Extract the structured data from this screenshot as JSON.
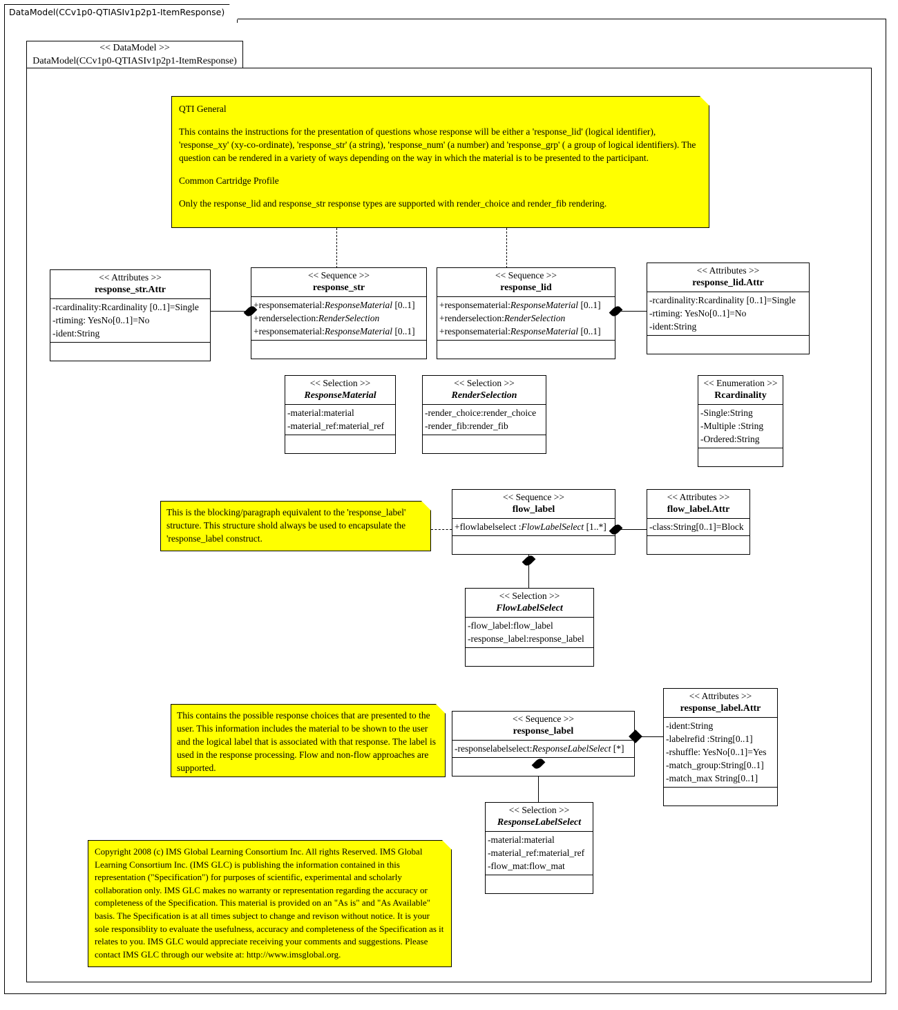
{
  "package": {
    "tab_label": "DataModel(CCv1p0-QTIASIv1p2p1-ItemResponse)"
  },
  "datamodel": {
    "stereotype": "<< DataModel >>",
    "name": "DataModel(CCv1p0-QTIASIv1p2p1-ItemResponse)"
  },
  "notes": {
    "qti_general": {
      "title": "QTI General",
      "para1": "This contains the instructions for the presentation of questions whose response will be either a 'response_lid' (logical identifier), 'response_xy' (xy-co-ordinate), 'response_str' (a string), 'response_num' (a number) and 'response_grp' ( a group of logical identifiers).   The question can be rendered in a variety of ways depending on the way in which the material is to be presented to the participant.",
      "subtitle": "Common Cartridge Profile",
      "para2": "Only the response_lid and response_str response types are supported with render_choice and render_fib rendering."
    },
    "flow_label_note": {
      "text": "This is the blocking/paragraph equivalent to the 'response_label' structure.   This structure shold always be used to encapsulate the 'response_label construct."
    },
    "response_label_note": {
      "text": "This contains the possible response choices that are presented to the user.  This information includes the material to be shown to the user and the logical label that is associated with that response.  The label is used in the response processing.  Flow and non-flow approaches are supported."
    },
    "copyright": {
      "text": "Copyright 2008 (c) IMS Global Learning Consortium Inc.  All rights Reserved. IMS Global Learning Consortium Inc. (IMS GLC) is publishing the information contained in this representation (\"Specification\") for purposes of scientific, experimental and scholarly collaboration only.  IMS GLC makes no warranty or representation regarding the accuracy or completeness of the Specification. This material is provided on an \"As is\" and \"As Available\" basis.  The Specification is at all times subject to change and revison without notice.  It is your sole responsiblity to evaluate the usefulness, accuracy and completeness of the Specification as it relates to you.  IMS GLC would appreciate receiving your comments and suggestions. Please contact IMS GLC through our website at: http://www.imsglobal.org."
    }
  },
  "classes": {
    "response_str_attr": {
      "stereotype": "<< Attributes >>",
      "name": "response_str.Attr",
      "attributes": [
        "-rcardinality:Rcardinality [0..1]=Single",
        "-rtiming: YesNo[0..1]=No",
        "-ident:String"
      ]
    },
    "response_str": {
      "stereotype": "<< Sequence >>",
      "name": "response_str",
      "attributes": [
        {
          "prefix": "+responsematerial:",
          "type": "ResponseMaterial",
          "suffix": " [0..1]"
        },
        {
          "prefix": "+renderselection:",
          "type": "RenderSelection",
          "suffix": ""
        },
        {
          "prefix": "+responsematerial:",
          "type": "ResponseMaterial",
          "suffix": " [0..1]"
        }
      ]
    },
    "response_lid": {
      "stereotype": "<< Sequence >>",
      "name": "response_lid",
      "attributes": [
        {
          "prefix": "+responsematerial:",
          "type": "ResponseMaterial",
          "suffix": " [0..1]"
        },
        {
          "prefix": "+renderselection:",
          "type": "RenderSelection",
          "suffix": ""
        },
        {
          "prefix": "+responsematerial:",
          "type": "ResponseMaterial",
          "suffix": " [0..1]"
        }
      ]
    },
    "response_lid_attr": {
      "stereotype": "<< Attributes >>",
      "name": "response_lid.Attr",
      "attributes": [
        "-rcardinality:Rcardinality [0..1]=Single",
        "-rtiming: YesNo[0..1]=No",
        "-ident:String"
      ]
    },
    "response_material": {
      "stereotype": "<< Selection >>",
      "name": "ResponseMaterial",
      "attributes": [
        "-material:material",
        "-material_ref:material_ref"
      ]
    },
    "render_selection": {
      "stereotype": "<< Selection >>",
      "name": "RenderSelection",
      "attributes": [
        "-render_choice:render_choice",
        "-render_fib:render_fib"
      ]
    },
    "rcardinality": {
      "stereotype": "<< Enumeration >>",
      "name": "Rcardinality",
      "attributes": [
        "-Single:String",
        "-Multiple :String",
        "-Ordered:String"
      ]
    },
    "flow_label": {
      "stereotype": "<< Sequence >>",
      "name": "flow_label",
      "attributes": [
        {
          "prefix": "+flowlabelselect :",
          "type": "FlowLabelSelect",
          "suffix": " [1..*]"
        }
      ]
    },
    "flow_label_attr": {
      "stereotype": "<< Attributes >>",
      "name": "flow_label.Attr",
      "attributes": [
        "-class:String[0..1]=Block"
      ]
    },
    "flow_label_select": {
      "stereotype": "<< Selection >>",
      "name": "FlowLabelSelect",
      "attributes": [
        "-flow_label:flow_label",
        "-response_label:response_label"
      ]
    },
    "response_label": {
      "stereotype": "<< Sequence >>",
      "name": "response_label",
      "attributes": [
        {
          "prefix": "-responselabelselect:",
          "type": "ResponseLabelSelect",
          "suffix": " [*]"
        }
      ]
    },
    "response_label_attr": {
      "stereotype": "<< Attributes >>",
      "name": "response_label.Attr",
      "attributes": [
        "-ident:String",
        "-labelrefid :String[0..1]",
        "-rshuffle: YesNo[0..1]=Yes",
        "-match_group:String[0..1]",
        "-match_max String[0..1]"
      ]
    },
    "response_label_select": {
      "stereotype": "<< Selection >>",
      "name": "ResponseLabelSelect",
      "attributes": [
        "-material:material",
        "-material_ref:material_ref",
        "-flow_mat:flow_mat"
      ]
    }
  },
  "colors": {
    "note_background": "#ffff00",
    "line": "#000000",
    "canvas": "#ffffff"
  }
}
